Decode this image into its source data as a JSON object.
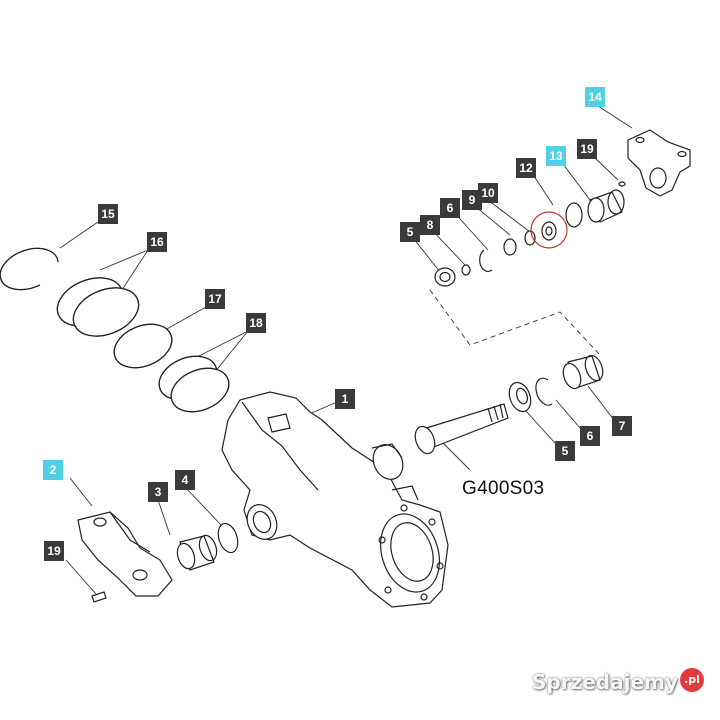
{
  "diagram": {
    "drawing_code": "G400S03",
    "callouts": [
      {
        "id": "c15",
        "label": "15",
        "style": "dark"
      },
      {
        "id": "c16",
        "label": "16",
        "style": "dark"
      },
      {
        "id": "c17",
        "label": "17",
        "style": "dark"
      },
      {
        "id": "c18",
        "label": "18",
        "style": "dark"
      },
      {
        "id": "c1",
        "label": "1",
        "style": "dark"
      },
      {
        "id": "c2",
        "label": "2",
        "style": "cyan"
      },
      {
        "id": "c3",
        "label": "3",
        "style": "dark"
      },
      {
        "id": "c4",
        "label": "4",
        "style": "dark"
      },
      {
        "id": "c19a",
        "label": "19",
        "style": "dark"
      },
      {
        "id": "c14",
        "label": "14",
        "style": "cyan"
      },
      {
        "id": "c12",
        "label": "12",
        "style": "dark"
      },
      {
        "id": "c13",
        "label": "13",
        "style": "cyan"
      },
      {
        "id": "c19b",
        "label": "19",
        "style": "dark"
      },
      {
        "id": "c9",
        "label": "9",
        "style": "dark"
      },
      {
        "id": "c10",
        "label": "10",
        "style": "dark"
      },
      {
        "id": "c6a",
        "label": "6",
        "style": "dark"
      },
      {
        "id": "c8",
        "label": "8",
        "style": "dark"
      },
      {
        "id": "c5a",
        "label": "5",
        "style": "dark"
      },
      {
        "id": "c5b",
        "label": "5",
        "style": "dark"
      },
      {
        "id": "c6b",
        "label": "6",
        "style": "dark"
      },
      {
        "id": "c7",
        "label": "7",
        "style": "dark"
      }
    ],
    "colors": {
      "callout_dark": "#3a3a3a",
      "callout_highlight": "#4fd0e4",
      "highlight_circle": "#c0392b"
    }
  },
  "watermark": {
    "text": "Sprzedajemy",
    "badge": ".pl"
  }
}
